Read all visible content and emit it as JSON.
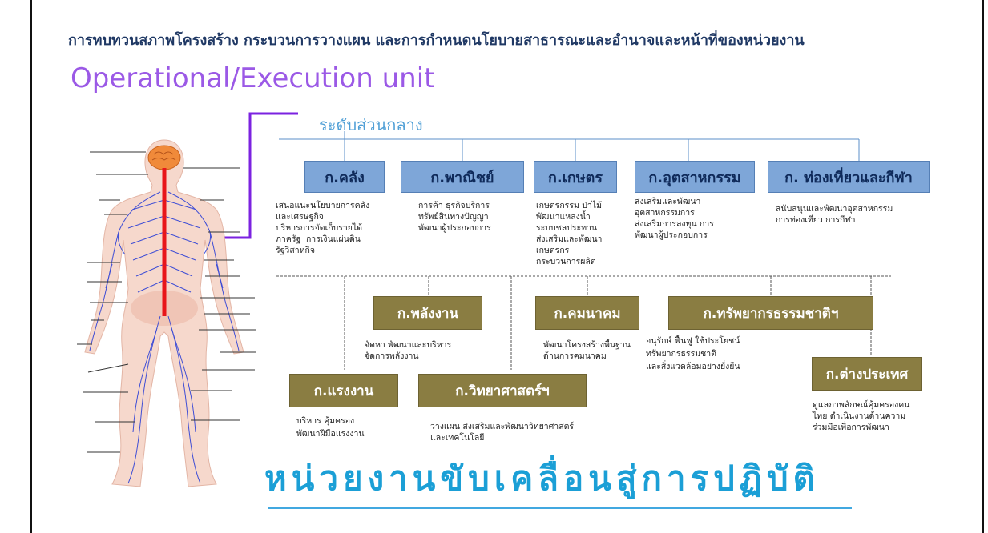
{
  "header": {
    "title": "การทบทวนสภาพโครงสร้าง กระบวนการวางแผน และการกำหนดนโยบายสาธารณะและอำนาจและหน้าที่ของหน่วยงาน",
    "subtitle": "Operational/Execution unit",
    "level": "ระดับส่วนกลาง"
  },
  "top_units": [
    {
      "label": "ก.คลัง",
      "desc": "เสนอแนะนโยบายการคลัง\nและเศรษฐกิจ\nบริหารการจัดเก็บรายได้\nภาครัฐ  การเงินแผ่นดิน\nรัฐวิสาหกิจ"
    },
    {
      "label": "ก.พาณิชย์",
      "desc": "การค้า ธุรกิจบริการ\nทรัพย์สินทางปัญญา\nพัฒนาผู้ประกอบการ"
    },
    {
      "label": "ก.เกษตร",
      "desc": "เกษตรกรรม ป่าไม้\nพัฒนาแหล่งน้ำ\nระบบชลประทาน\nส่งเสริมและพัฒนา\nเกษตรกร\nกระบวนการผลิต"
    },
    {
      "label": "ก.อุตสาหกรรม",
      "desc": "ส่งเสริมและพัฒนา\nอุตสาหกรรมการ\nส่งเสริมการลงทุน การ\nพัฒนาผู้ประกอบการ"
    },
    {
      "label": "ก. ท่องเที่ยวและกีฬา",
      "desc": "สนับสนุนและพัฒนาอุตสาหกรรม\nการท่องเที่ยว การกีฬา"
    }
  ],
  "bottom_units": [
    {
      "label": "ก.พลังงาน",
      "desc": "จัดหา พัฒนาและบริหาร\nจัดการพลังงาน"
    },
    {
      "label": "ก.คมนาคม",
      "desc": "พัฒนาโครงสร้างพื้นฐาน\nด้านการคมนาคม"
    },
    {
      "label": "ก.ทรัพยากรธรรมชาติฯ",
      "desc": "อนุรักษ์ ฟื้นฟู ใช้ประโยชน์\nทรัพยากรธรรมชาติ\nและสิ่งแวดล้อมอย่างยั่งยืน"
    },
    {
      "label": "ก.แรงงาน",
      "desc": "บริหาร คุ้มครอง\nพัฒนาฝีมือแรงงาน"
    },
    {
      "label": "ก.วิทยาศาสตร์ฯ",
      "desc": "วางแผน ส่งเสริมและพัฒนาวิทยาศาสตร์\nและเทคโนโลยี"
    },
    {
      "label": "ก.ต่างประเทศ",
      "desc": "ดูแลภาพลักษณ์คุ้มครองคน\nไทย ดำเนินงานด้านความ\nร่วมมือเพื่อการพัฒนา"
    }
  ],
  "footer": {
    "text": "หน่วยงานขับเคลื่อนสู่การปฏิบัติ"
  },
  "colors": {
    "accent_purple": "#9b59e6",
    "blue_box": "#7ea6d8",
    "olive_box": "#8a7d42",
    "footer_blue": "#1b9fd6",
    "header_navy": "#1f3864"
  },
  "illustration": {
    "icon": "human-nervous-system-icon"
  }
}
